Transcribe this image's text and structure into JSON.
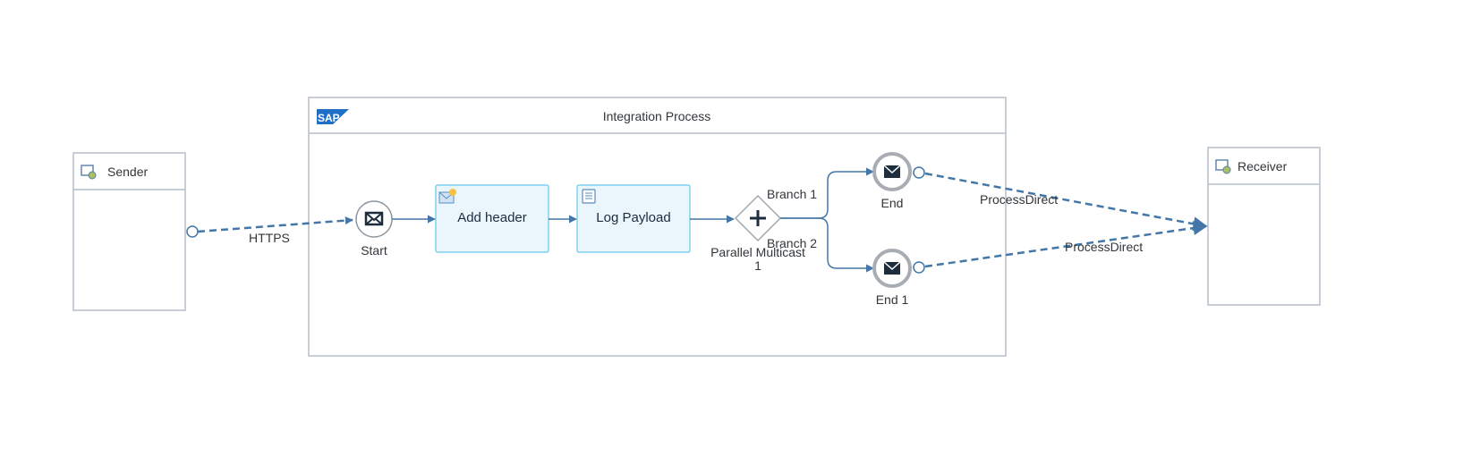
{
  "sender": {
    "label": "Sender"
  },
  "receiver": {
    "label": "Receiver"
  },
  "process": {
    "title": "Integration Process",
    "logo_text": "SAP"
  },
  "events": {
    "start": "Start",
    "end": "End",
    "end1": "End 1"
  },
  "steps": {
    "add_header": "Add header",
    "log_payload": "Log Payload"
  },
  "gateway": {
    "label_line1": "Parallel Multicast",
    "label_line2": "1"
  },
  "branches": {
    "branch1": "Branch 1",
    "branch2": "Branch 2"
  },
  "connections": {
    "sender_to_start": "HTTPS",
    "end_to_receiver": "ProcessDirect",
    "end1_to_receiver": "ProcessDirect"
  },
  "colors": {
    "border": "#b6bec8",
    "flow": "#4477a8",
    "step_fill": "#eaf6fc",
    "step_border": "#7fd0ef",
    "sap_blue": "#1f6fc7"
  }
}
